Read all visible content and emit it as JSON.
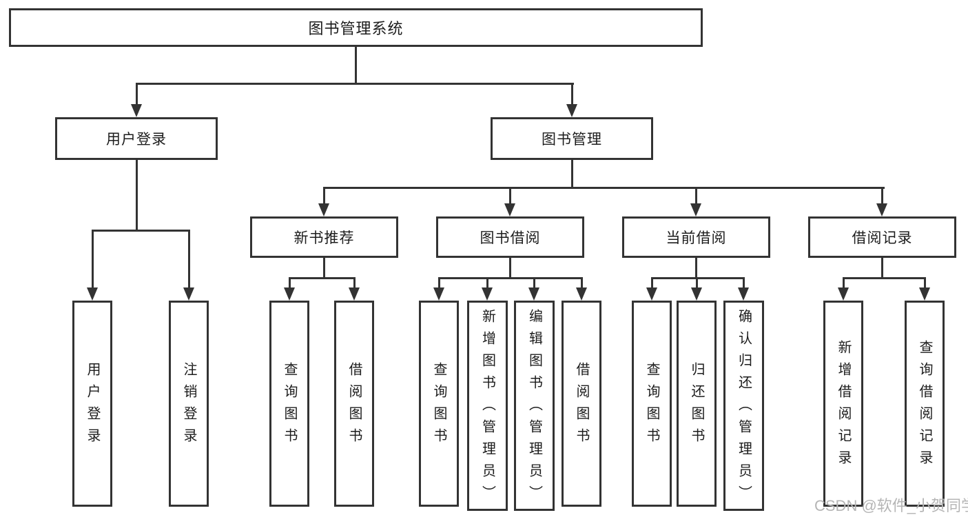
{
  "tree": {
    "label": "图书管理系统",
    "children": [
      {
        "label": "用户登录",
        "children": [
          {
            "label": "用户登录"
          },
          {
            "label": "注销登录"
          }
        ]
      },
      {
        "label": "图书管理",
        "children": [
          {
            "label": "新书推荐",
            "children": [
              {
                "label": "查询图书"
              },
              {
                "label": "借阅图书"
              }
            ]
          },
          {
            "label": "图书借阅",
            "children": [
              {
                "label": "查询图书"
              },
              {
                "label": "新增图书（管理员）"
              },
              {
                "label": "编辑图书（管理员）"
              },
              {
                "label": "借阅图书"
              }
            ]
          },
          {
            "label": "当前借阅",
            "children": [
              {
                "label": "查询图书"
              },
              {
                "label": "归还图书"
              },
              {
                "label": "确认归还（管理员）"
              }
            ]
          },
          {
            "label": "借阅记录",
            "children": [
              {
                "label": "新增借阅记录"
              },
              {
                "label": "查询借阅记录"
              }
            ]
          }
        ]
      }
    ]
  },
  "watermark": "CSDN @软件_小贺同学",
  "colors": {
    "line": "#333333",
    "text": "#1c1c1c",
    "watermark": "#b5b5b5",
    "background": "#ffffff"
  }
}
